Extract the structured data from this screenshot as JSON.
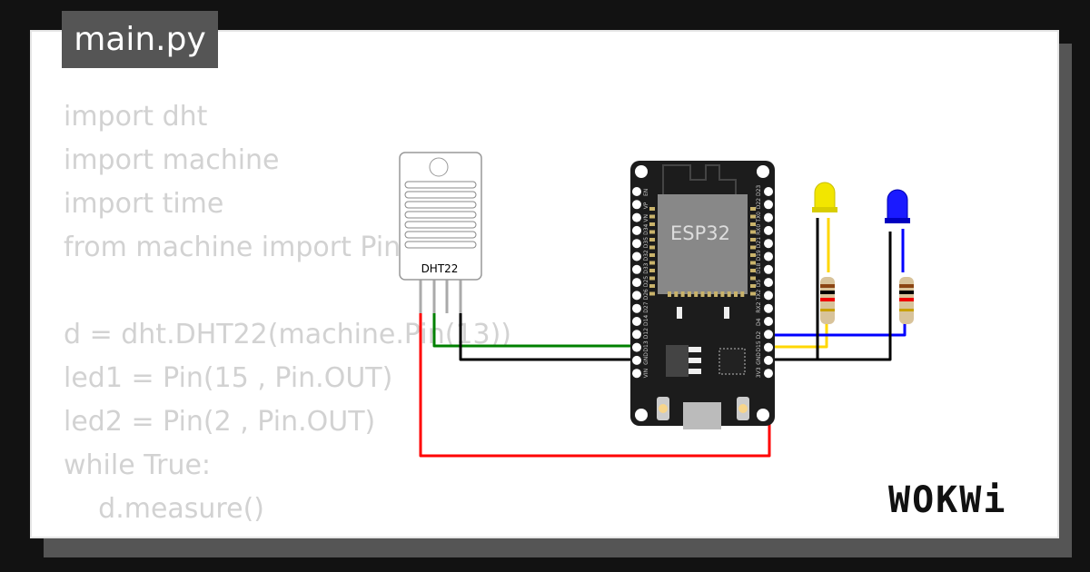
{
  "file_tab": {
    "title": "main.py"
  },
  "code_lines": [
    "import dht",
    "import machine",
    "import time",
    "from machine import Pin",
    "",
    "d = dht.DHT22(machine.Pin(13))",
    "led1 = Pin(15 , Pin.OUT)",
    "led2 = Pin(2 , Pin.OUT)",
    "while True:",
    "    d.measure()"
  ],
  "sensor": {
    "label": "DHT22"
  },
  "board": {
    "label": "ESP32",
    "left_pins": [
      "EN",
      "VP",
      "VN",
      "D34",
      "D35",
      "D32",
      "D33",
      "D25",
      "D26",
      "D27",
      "D14",
      "D12",
      "D13",
      "GND",
      "VIN"
    ],
    "right_pins": [
      "D23",
      "D22",
      "TX0",
      "RX0",
      "D21",
      "D19",
      "D18",
      "D5",
      "TX2",
      "RX2",
      "D4",
      "D2",
      "D15",
      "GND",
      "3V3"
    ]
  },
  "leds": [
    {
      "color": "#f2e600"
    },
    {
      "color": "#1a1aff"
    }
  ],
  "wire_colors": {
    "data": "#008000",
    "ground": "#000000",
    "power": "#ff0000",
    "led1": "#ffd700",
    "led2": "#0000ff"
  },
  "brand": {
    "logo": "WOKWi"
  }
}
